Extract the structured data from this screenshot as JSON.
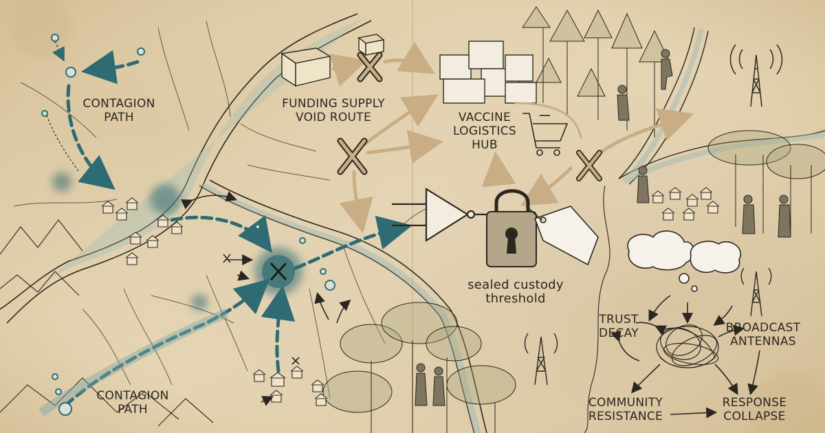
{
  "labels": {
    "contagion_path_top": [
      "CONTAGION",
      "PATH"
    ],
    "contagion_path_bottom": [
      "CONTAGION",
      "PATH"
    ],
    "funding_route": [
      "FUNDING SUPPLY",
      "VOID ROUTE"
    ],
    "vaccine_hub": [
      "VACCINE",
      "LOGISTICS",
      "HUB"
    ],
    "sealed_custody": [
      "sealed custody",
      "threshold"
    ],
    "trust_decay": [
      "TRUST",
      "DECAY"
    ],
    "broadcast_antennas": [
      "BROADCAST",
      "ANTENNAS"
    ],
    "community_resistance": [
      "COMMUNITY",
      "RESISTANCE"
    ],
    "response_collapse": [
      "RESPONSE",
      "COLLAPSE"
    ]
  },
  "colors": {
    "parchment": "#e9dcc0",
    "ink": "#2b2620",
    "contagion_teal": "#2f6b72",
    "river_teal": "#7fa9a8",
    "block_marker": "#c9ad84"
  },
  "icons": [
    "box-icon",
    "block-x-icon",
    "shopping-cart-icon",
    "gate-symbol-icon",
    "padlock-icon",
    "tag-icon",
    "antenna-icon",
    "thought-cloud-icon",
    "tangle-icon",
    "village-icon",
    "tree-icon",
    "person-icon"
  ]
}
